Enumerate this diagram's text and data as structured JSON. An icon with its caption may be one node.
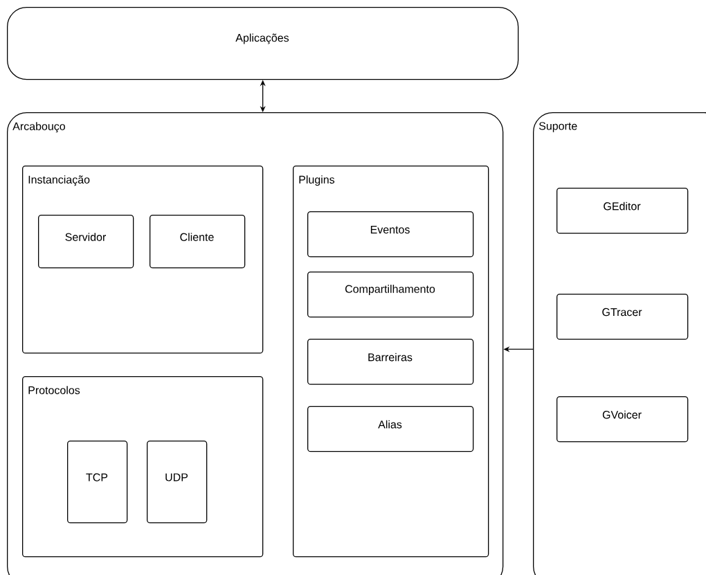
{
  "diagram": {
    "nodes": [
      {
        "text": [
          "Aplicações"
        ]
      },
      {
        "text": [
          "Arcabouço"
        ]
      },
      {
        "text": [
          "Instanciação"
        ],
        "in": 1
      },
      {
        "text": [
          "Servidor"
        ],
        "in": 2
      },
      {
        "text": [
          "Cliente"
        ],
        "in": 2
      },
      {
        "text": [
          "Protocolos"
        ],
        "in": 1
      },
      {
        "text": [
          "TCP"
        ],
        "in": 5
      },
      {
        "text": [
          "UDP"
        ],
        "in": 5
      },
      {
        "text": [
          "Plugins"
        ],
        "in": 1
      },
      {
        "text": [
          "Eventos"
        ],
        "in": 8
      },
      {
        "text": [
          "Compartilhamento"
        ],
        "in": 8
      },
      {
        "text": [
          "Barreiras"
        ],
        "in": 8
      },
      {
        "text": [
          "Alias"
        ],
        "in": 8
      },
      {
        "text": [
          "Suporte"
        ]
      },
      {
        "text": [
          "GEditor"
        ],
        "in": 13
      },
      {
        "text": [
          "GTracer"
        ],
        "in": 13
      },
      {
        "text": [
          "GVoicer"
        ],
        "in": 13
      }
    ],
    "edges": [
      {
        "from": 0,
        "to": 1,
        "arrow": "both"
      },
      {
        "from": 13,
        "to": 1,
        "arrow": "to"
      }
    ]
  }
}
